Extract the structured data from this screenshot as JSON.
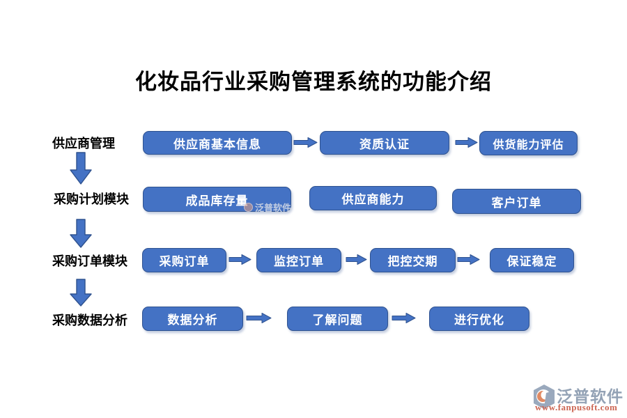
{
  "title": "化妆品行业采购管理系统的功能介绍",
  "colors": {
    "box_fill": "#4472C4",
    "box_border": "#2F528F",
    "box_text": "#FFFFFF",
    "label_text": "#000000",
    "arrow_fill": "#4472C4",
    "logo_name_color": "#93A2B5",
    "logo_url_color": "#CC6653"
  },
  "rows": [
    {
      "label": "供应商管理",
      "boxes": [
        "供应商基本信息",
        "资质认证",
        "供货能力评估"
      ],
      "connected": true
    },
    {
      "label": "采购计划模块",
      "boxes": [
        "成品库存量",
        "供应商能力",
        "客户订单"
      ],
      "connected": false
    },
    {
      "label": "采购订单模块",
      "boxes": [
        "采购订单",
        "监控订单",
        "把控交期",
        "保证稳定"
      ],
      "connected": true
    },
    {
      "label": "采购数据分析",
      "boxes": [
        "数据分析",
        "了解问题",
        "进行优化"
      ],
      "connected": true
    }
  ],
  "watermark": {
    "text": "泛普软件"
  },
  "logo": {
    "name": "泛普软件",
    "url": "www.fanpusoft.com"
  }
}
